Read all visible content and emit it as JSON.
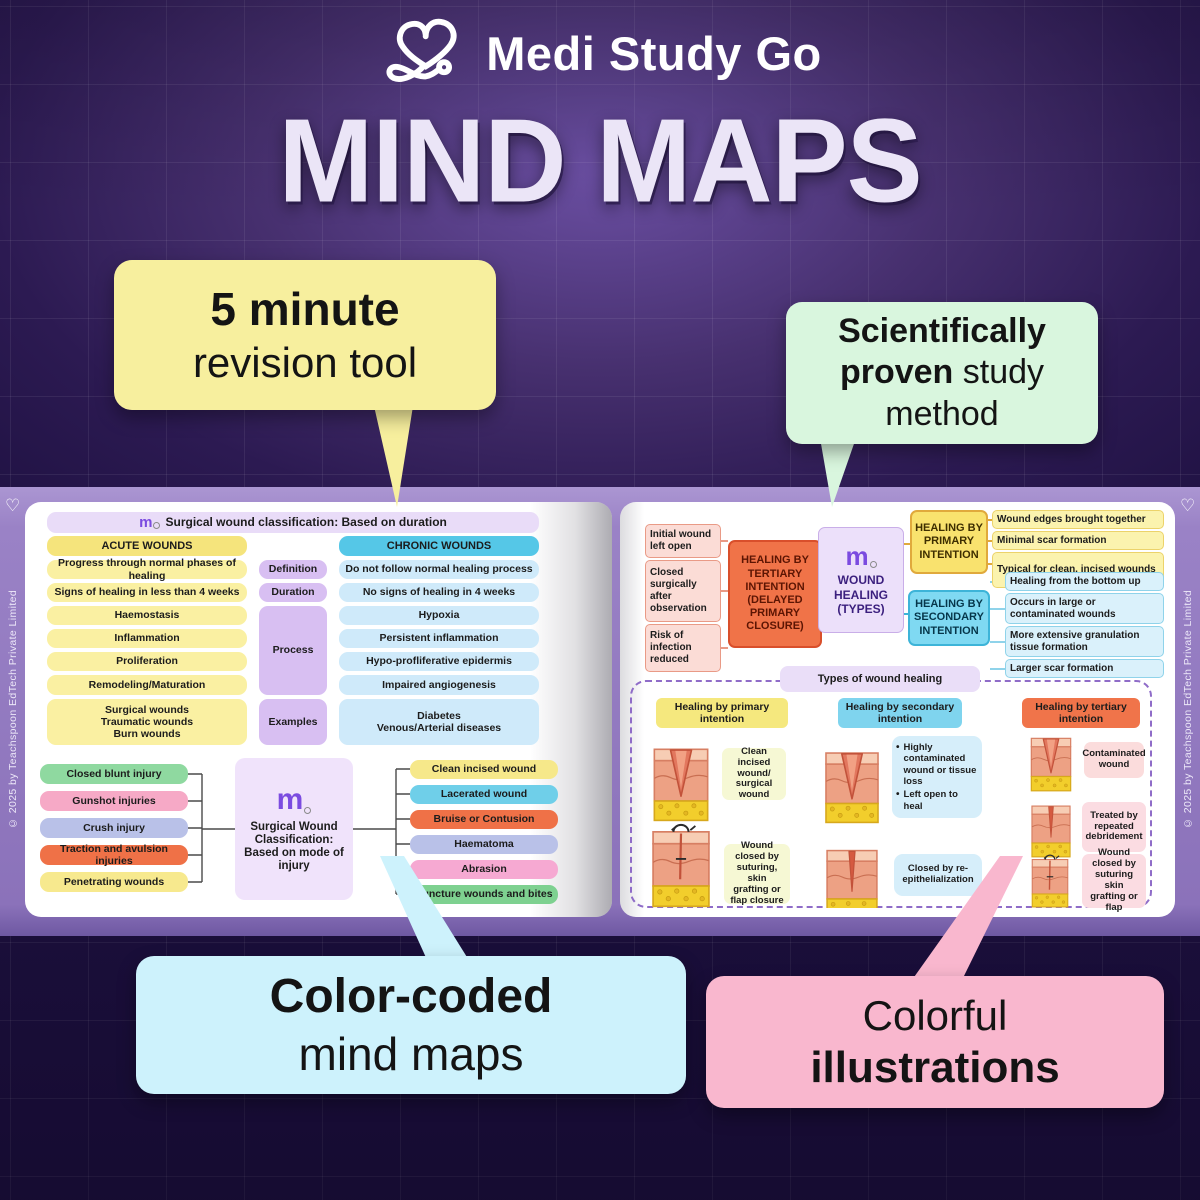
{
  "brand": {
    "name": "Medi Study Go",
    "title": "MIND MAPS"
  },
  "callouts": {
    "revision": {
      "line1": "5 minute",
      "line2": "revision tool",
      "bg": "#f7ef9e"
    },
    "scientific": {
      "line1": "Scientifically",
      "line2_bold": "proven",
      "line2_rest": " study",
      "line3": "method",
      "bg": "#d9f6de"
    },
    "colorcoded": {
      "line1": "Color-coded",
      "line2": "mind maps",
      "bg": "#cdf2fc"
    },
    "illustrations": {
      "line1": "Colorful",
      "line2": "illustrations",
      "bg": "#f9b7ce"
    }
  },
  "copyright": "© 2025 by Teachspoon EdTech Private Limited",
  "left_page": {
    "duration_map": {
      "title": "Surgical wound classification: Based on duration",
      "acute_header": "ACUTE WOUNDS",
      "chronic_header": "CHRONIC WOUNDS",
      "acute_items": [
        "Progress through normal phases of healing",
        "Signs of healing in less than 4 weeks",
        "Haemostasis",
        "Inflammation",
        "Proliferation",
        "Remodeling/Maturation",
        "Surgical wounds\nTraumatic wounds\nBurn wounds"
      ],
      "middle_labels": [
        "Definition",
        "Duration",
        "Process",
        "Examples"
      ],
      "chronic_items": [
        "Do not follow normal healing process",
        "No signs of healing in 4 weeks",
        "Hypoxia",
        "Persistent inflammation",
        "Hypo-profliferative epidermis",
        "Impaired angiogenesis",
        "Diabetes\nVenous/Arterial diseases"
      ]
    },
    "injury_map": {
      "center": "Surgical Wound Classification: Based on mode of injury",
      "left_items": [
        {
          "label": "Closed blunt injury",
          "color": "#8fd9a0"
        },
        {
          "label": "Gunshot injuries",
          "color": "#f6a9c6"
        },
        {
          "label": "Crush injury",
          "color": "#b9c1e8"
        },
        {
          "label": "Traction and avulsion injuries",
          "color": "#ef7147"
        },
        {
          "label": "Penetrating wounds",
          "color": "#f7e98e"
        }
      ],
      "right_items": [
        {
          "label": "Clean incised wound",
          "color": "#f6e88a"
        },
        {
          "label": "Lacerated wound",
          "color": "#6fcfe9"
        },
        {
          "label": "Bruise or Contusion",
          "color": "#ef7147"
        },
        {
          "label": "Haematoma",
          "color": "#b9c1e8"
        },
        {
          "label": "Abrasion",
          "color": "#f6a9d2"
        },
        {
          "label": "Puncture wounds and bites",
          "color": "#7ed190"
        }
      ]
    }
  },
  "right_page": {
    "center": "WOUND HEALING\n(TYPES)",
    "tertiary": {
      "node": "HEALING BY TERTIARY INTENTION (DELAYED PRIMARY CLOSURE)",
      "details": [
        "Initial wound left open",
        "Closed surgically after observation",
        "Risk of infection reduced"
      ]
    },
    "primary": {
      "node": "HEALING BY PRIMARY INTENTION",
      "details": [
        "Wound edges brought together",
        "Minimal scar formation",
        "Typical for clean, incised wounds"
      ]
    },
    "secondary": {
      "node": "HEALING BY SECONDARY INTENTION",
      "details": [
        "Healing from the bottom up",
        "Occurs in large or contaminated wounds",
        "More extensive granulation tissue formation",
        "Larger scar formation"
      ]
    },
    "types": {
      "title": "Types of wound healing",
      "primary_header": "Healing by primary intention",
      "secondary_header": "Healing by secondary intention",
      "tertiary_header": "Healing by tertiary intention",
      "primary_label1": "Clean incised wound/ surgical wound",
      "primary_label2": "Wound closed by suturing, skin grafting or flap closure",
      "secondary_bullets": [
        "Highly contaminated wound or tissue loss",
        "Left open to heal"
      ],
      "secondary_label2": "Closed by re-epithelialization",
      "tertiary_label1": "Contaminated wound",
      "tertiary_label2": "Treated by repeated debridement",
      "tertiary_label3": "Wound closed by suturing skin grafting or flap"
    }
  }
}
